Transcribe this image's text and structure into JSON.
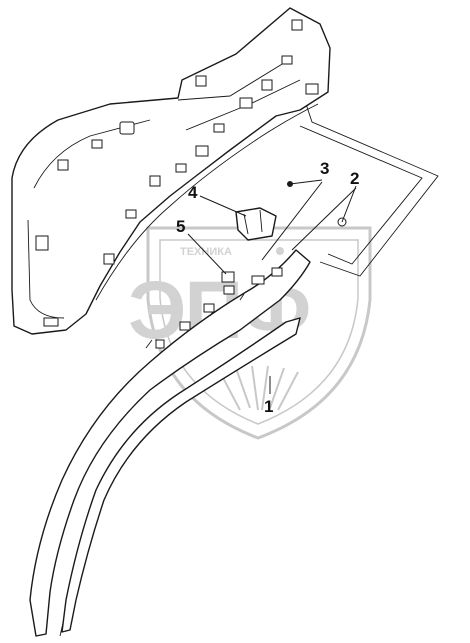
{
  "diagram": {
    "callouts": [
      {
        "id": "1",
        "label": "1"
      },
      {
        "id": "2",
        "label": "2"
      },
      {
        "id": "3",
        "label": "3"
      },
      {
        "id": "4",
        "label": "4"
      },
      {
        "id": "5",
        "label": "5"
      }
    ],
    "watermark": {
      "top_text": "ТЕХНИКА",
      "logo_text": "ЭПФ",
      "color": "#c8c8c8"
    },
    "colors": {
      "line": "#1a1a1a",
      "background": "#ffffff"
    }
  }
}
